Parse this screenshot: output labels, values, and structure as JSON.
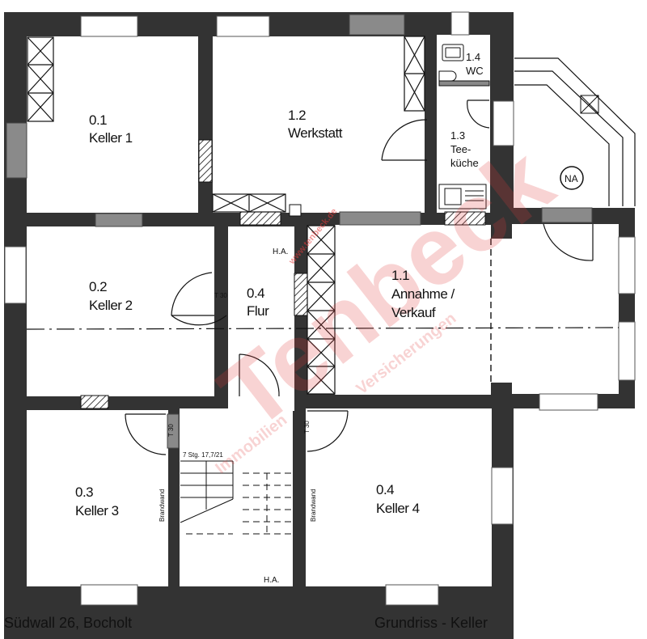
{
  "plan": {
    "title": "Grundriss - Keller",
    "address": "Südwall 26, Bocholt",
    "colors": {
      "wall": "#333333",
      "window_fill": "#ffffff",
      "chimney_fill": "#8a8a8a",
      "line": "#111111",
      "watermark": "#e23a3a"
    },
    "rooms": [
      {
        "id": "0.1",
        "number": "0.1",
        "name": "Keller 1"
      },
      {
        "id": "1.2",
        "number": "1.2",
        "name": "Werkstatt"
      },
      {
        "id": "1.4",
        "number": "1.4",
        "name": "WC"
      },
      {
        "id": "1.3",
        "number": "1.3",
        "name_line1": "Tee-",
        "name_line2": "küche"
      },
      {
        "id": "0.2",
        "number": "0.2",
        "name": "Keller 2"
      },
      {
        "id": "0.4-flur",
        "number": "0.4",
        "name": "Flur"
      },
      {
        "id": "1.1",
        "number": "1.1",
        "name_line1": "Annahme /",
        "name_line2": "Verkauf"
      },
      {
        "id": "0.3",
        "number": "0.3",
        "name": "Keller 3"
      },
      {
        "id": "0.4-keller",
        "number": "0.4",
        "name": "Keller 4"
      }
    ],
    "annotations": {
      "na_symbol": "NA",
      "ha_top": "H.A.",
      "ha_bottom": "H.A.",
      "door_rating_1": "T 30",
      "door_rating_2": "T 30",
      "door_rating_3": "T 30",
      "stair_spec": "7 Stg. 17,7/21",
      "firewall_left": "Brandwand",
      "firewall_right": "Brandwand"
    },
    "watermark": {
      "url": "www.tenbeck.de",
      "brand": "Tenbeck",
      "tagline_1": "Immobilien",
      "tagline_2": "Versicherungen"
    }
  }
}
